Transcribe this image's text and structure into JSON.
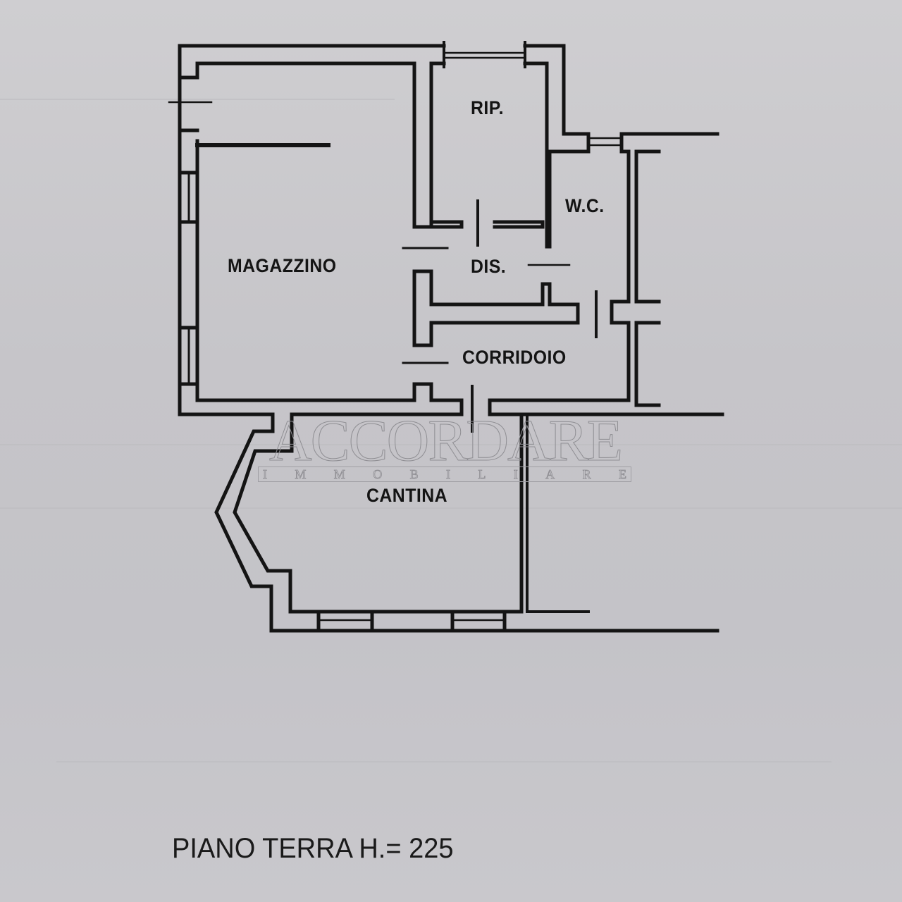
{
  "floor_plan": {
    "rooms": [
      {
        "id": "magazzino",
        "label": "MAGAZZINO"
      },
      {
        "id": "rip",
        "label": "RIP."
      },
      {
        "id": "wc",
        "label": "W.C."
      },
      {
        "id": "dis",
        "label": "DIS."
      },
      {
        "id": "corridoio",
        "label": "CORRIDOIO"
      },
      {
        "id": "cantina",
        "label": "CANTINA"
      }
    ],
    "caption": "PIANO TERRA H.= 225"
  },
  "watermark": {
    "title": "ACCORDARE",
    "subtitle_letters": [
      "I",
      "M",
      "M",
      "O",
      "B",
      "I",
      "L",
      "I",
      "A",
      "R",
      "E"
    ]
  },
  "colors": {
    "paper": "#c9c8cb",
    "ink": "#141414",
    "watermark": "#8f8e93"
  }
}
